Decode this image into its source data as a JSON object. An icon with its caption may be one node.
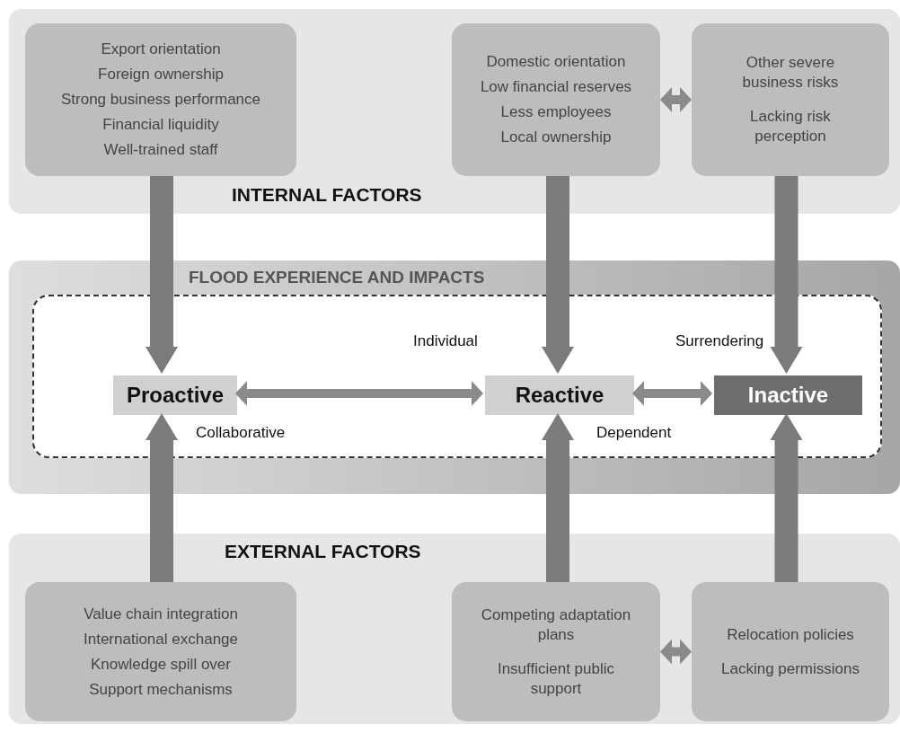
{
  "diagram": {
    "nodes": [
      {
        "text": [
          "INTERNAL FACTORS"
        ]
      },
      {
        "text": [
          "Export orientation",
          "Foreign ownership",
          "Strong business performance",
          "Financial liquidity",
          "Well-trained staff"
        ],
        "in": 0
      },
      {
        "text": [
          "Domestic orientation",
          "Low financial reserves",
          "Less employees",
          "Local ownership"
        ],
        "in": 0
      },
      {
        "text": [
          "Other severe business risks",
          "Lacking risk perception"
        ],
        "in": 0
      },
      {
        "text": [
          "FLOOD EXPERIENCE AND IMPACTS"
        ]
      },
      {
        "text": [],
        "shape": "box",
        "in": 4
      },
      {
        "text": [
          "Proactive"
        ],
        "in": 5
      },
      {
        "text": [
          "Reactive"
        ],
        "in": 5
      },
      {
        "text": [
          "Inactive"
        ],
        "in": 5
      },
      {
        "text": [
          "EXTERNAL FACTORS"
        ]
      },
      {
        "text": [
          "Value chain integration",
          "International exchange",
          "Knowledge spill over",
          "Support mechanisms"
        ],
        "in": 9
      },
      {
        "text": [
          "Competing adaptation plans",
          "Insufficient public support"
        ],
        "in": 9
      },
      {
        "text": [
          "Relocation policies",
          "Lacking permissions"
        ],
        "in": 9
      }
    ],
    "edges": [
      {
        "from": 1,
        "to": 6,
        "arrow": "to",
        "style": "thick"
      },
      {
        "from": 2,
        "to": 7,
        "arrow": "to",
        "style": "thick"
      },
      {
        "from": 3,
        "to": 8,
        "arrow": "to",
        "style": "thick"
      },
      {
        "from": 2,
        "to": 3,
        "arrow": "both"
      },
      {
        "from": 6,
        "to": 7,
        "arrow": "both"
      },
      {
        "from": 7,
        "to": 8,
        "arrow": "both"
      },
      {
        "from": 10,
        "to": 6,
        "arrow": "to",
        "style": "thick"
      },
      {
        "from": 11,
        "to": 7,
        "arrow": "to",
        "style": "thick"
      },
      {
        "from": 12,
        "to": 8,
        "arrow": "to",
        "style": "thick"
      },
      {
        "from": 11,
        "to": 12,
        "arrow": "both"
      }
    ],
    "labels": [
      "Individual",
      "Surrendering",
      "Collaborative",
      "Dependent"
    ]
  }
}
